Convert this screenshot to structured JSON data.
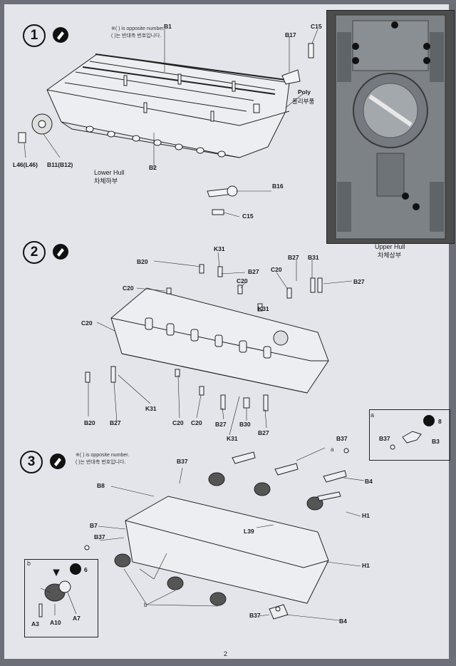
{
  "page_number": "2",
  "notes": {
    "opposite_en": "※( ) is opposite number.",
    "opposite_ko": "( )는 반대측 번호입니다."
  },
  "step1": {
    "number": "1",
    "labels": [
      "B1",
      "B17",
      "C15",
      "Poly",
      "폴리부품",
      "L46(L46)",
      "B11(B12)",
      "B2",
      "B16",
      "C15"
    ],
    "lower_hull_en": "Lower Hull",
    "lower_hull_ko": "차체하부",
    "upper_hull_en": "Upper Hull",
    "upper_hull_ko": "차체상부"
  },
  "step2": {
    "number": "2",
    "labels": [
      "K31",
      "B20",
      "B27",
      "B31",
      "B27",
      "C20",
      "C20",
      "C20",
      "K31",
      "C20",
      "B27",
      "B20",
      "B27",
      "K31",
      "C20",
      "C20",
      "B27",
      "B30",
      "B27",
      "K31"
    ],
    "inset": {
      "letter": "a",
      "qty": "8",
      "labels": [
        "B37",
        "B3"
      ]
    }
  },
  "step3": {
    "number": "3",
    "labels": [
      "B37",
      "B8",
      "B4",
      "B7",
      "B37",
      "H1",
      "L39",
      "H1",
      "B37",
      "B4",
      "B37"
    ],
    "circle_a": "a",
    "circle_b": "b",
    "inset": {
      "letter": "b",
      "qty": "6",
      "labels": [
        "A3",
        "A10",
        "A7"
      ]
    }
  }
}
